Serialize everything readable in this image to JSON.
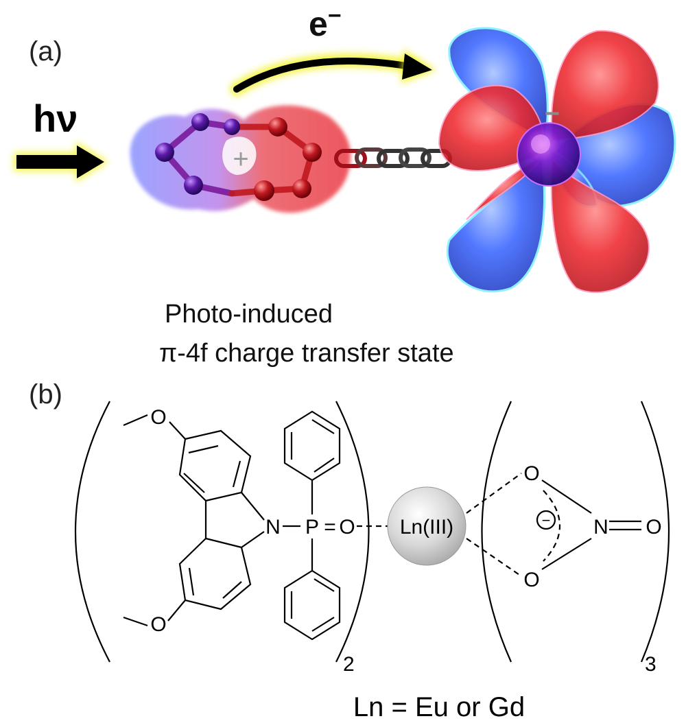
{
  "panel_a": {
    "label": "(a)",
    "photon_label": "hν",
    "electron_label": "e",
    "electron_sup": "−",
    "plus_sign": "+",
    "minus_sign": "−",
    "caption_line1": "Photo-induced",
    "caption_line2": "π-4f charge transfer state"
  },
  "panel_b": {
    "label": "(b)",
    "atoms": {
      "o_methoxy_top": "O",
      "o_methoxy_bottom": "O",
      "n_carbazole": "N",
      "p_phosphorus": "P",
      "eq_double": "=",
      "o_phosphoryl": "O",
      "metal": "Ln(III)",
      "o_nitrate_top": "O",
      "o_nitrate_bottom": "O",
      "n_nitrate": "N",
      "o_nitrate_terminal": "O",
      "nitrate_charge": "−"
    },
    "subscript_ligand": "2",
    "subscript_nitrate": "3",
    "legend": "Ln = Eu or Gd"
  },
  "colors": {
    "positive_lobe": "#e8202a",
    "negative_lobe": "#2f5bff",
    "glow": "#f2f21a",
    "arrow": "#000000",
    "ion_core": "#8a1fd6"
  }
}
